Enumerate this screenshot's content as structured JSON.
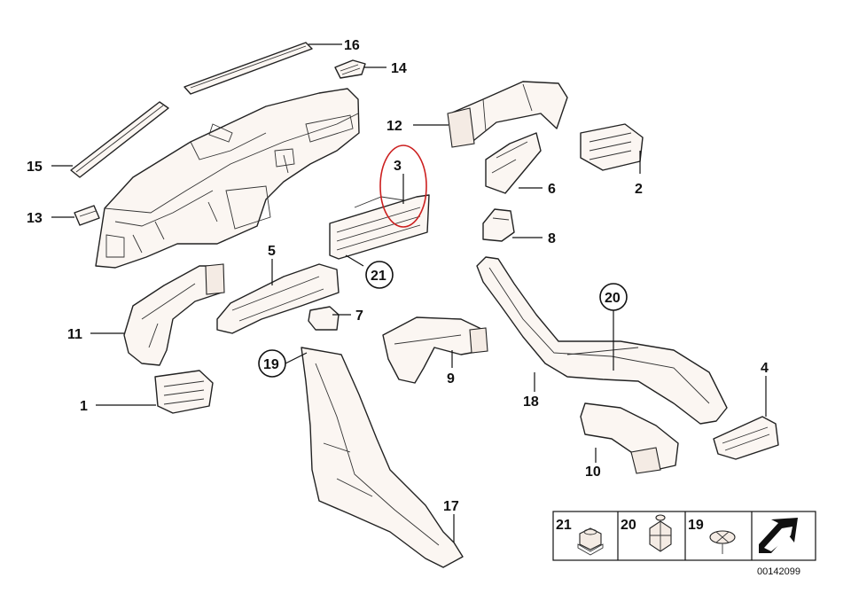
{
  "labels": {
    "l1": "1",
    "l2": "2",
    "l3": "3",
    "l4": "4",
    "l5": "5",
    "l6": "6",
    "l7": "7",
    "l8": "8",
    "l9": "9",
    "l10": "10",
    "l11": "11",
    "l12": "12",
    "l13": "13",
    "l14": "14",
    "l15": "15",
    "l16": "16",
    "l17": "17",
    "l18": "18",
    "l19": "19",
    "l20": "20",
    "l21": "21"
  },
  "legend": {
    "a": "21",
    "b": "20",
    "c": "19"
  },
  "diagram_code": "00142099",
  "highlight_color": "#cc1f1f"
}
